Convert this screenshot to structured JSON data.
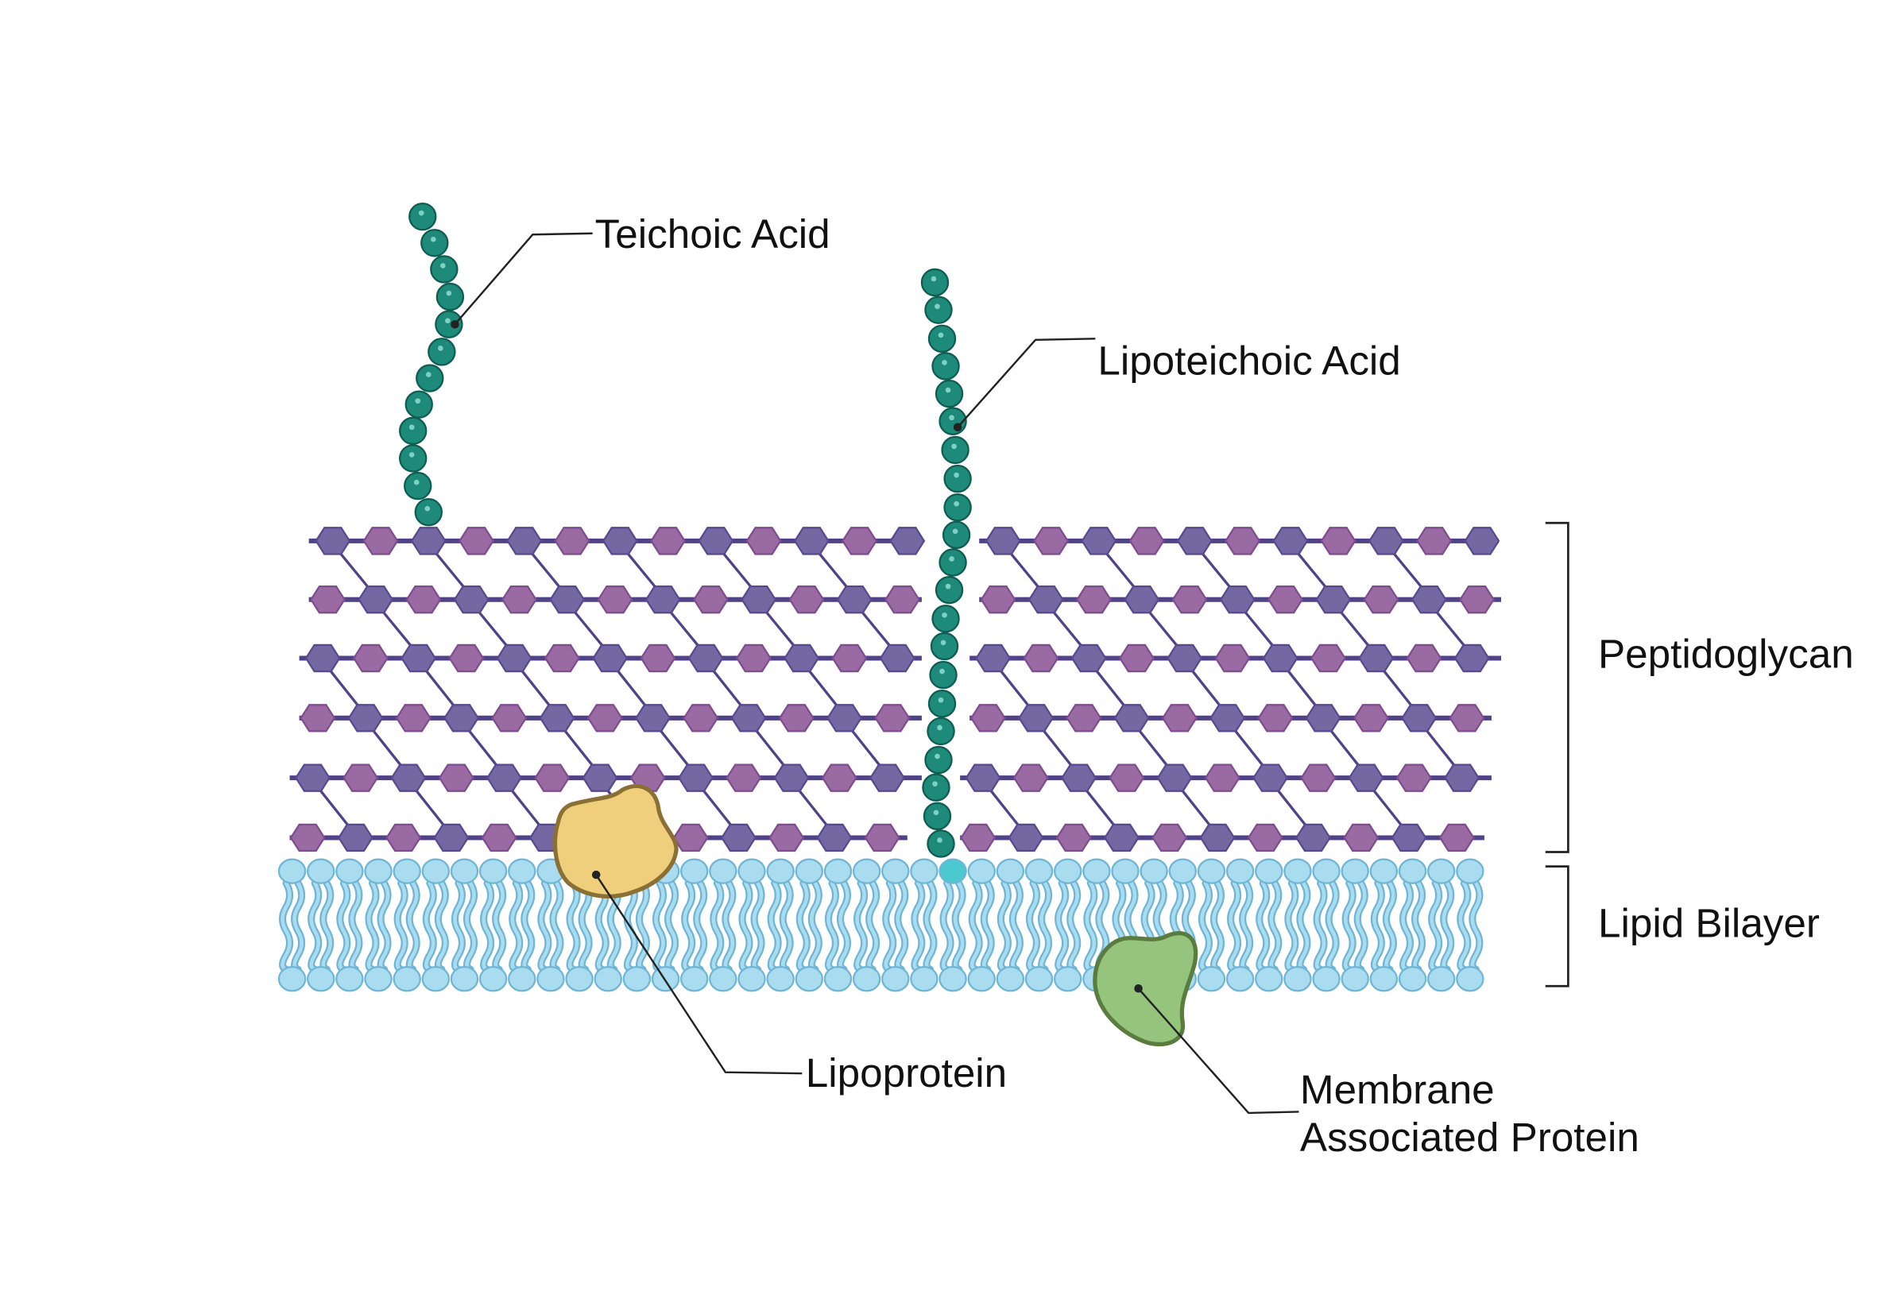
{
  "labels": {
    "teichoic_acid": "Teichoic Acid",
    "lipoteichoic_acid": "Lipoteichoic Acid",
    "peptidoglycan": "Peptidoglycan",
    "lipid_bilayer": "Lipid Bilayer",
    "lipoprotein": "Lipoprotein",
    "membrane_protein_line1": "Membrane",
    "membrane_protein_line2": "Associated Protein"
  },
  "colors": {
    "nag_hexagon": "#7468a3",
    "nam_hexagon": "#9a6aa3",
    "backbone": "#4f4287",
    "teichoic_bead": "#1e8a7a",
    "lipid_head": "#a9dcef",
    "lipid_stroke": "#6fb5d6",
    "lipoprotein_fill": "#efcf7c",
    "lipoprotein_stroke": "#8a7034",
    "membrane_protein_fill": "#95c47d",
    "membrane_protein_stroke": "#5a7d3f",
    "anchor_head": "#4cc9cf"
  }
}
